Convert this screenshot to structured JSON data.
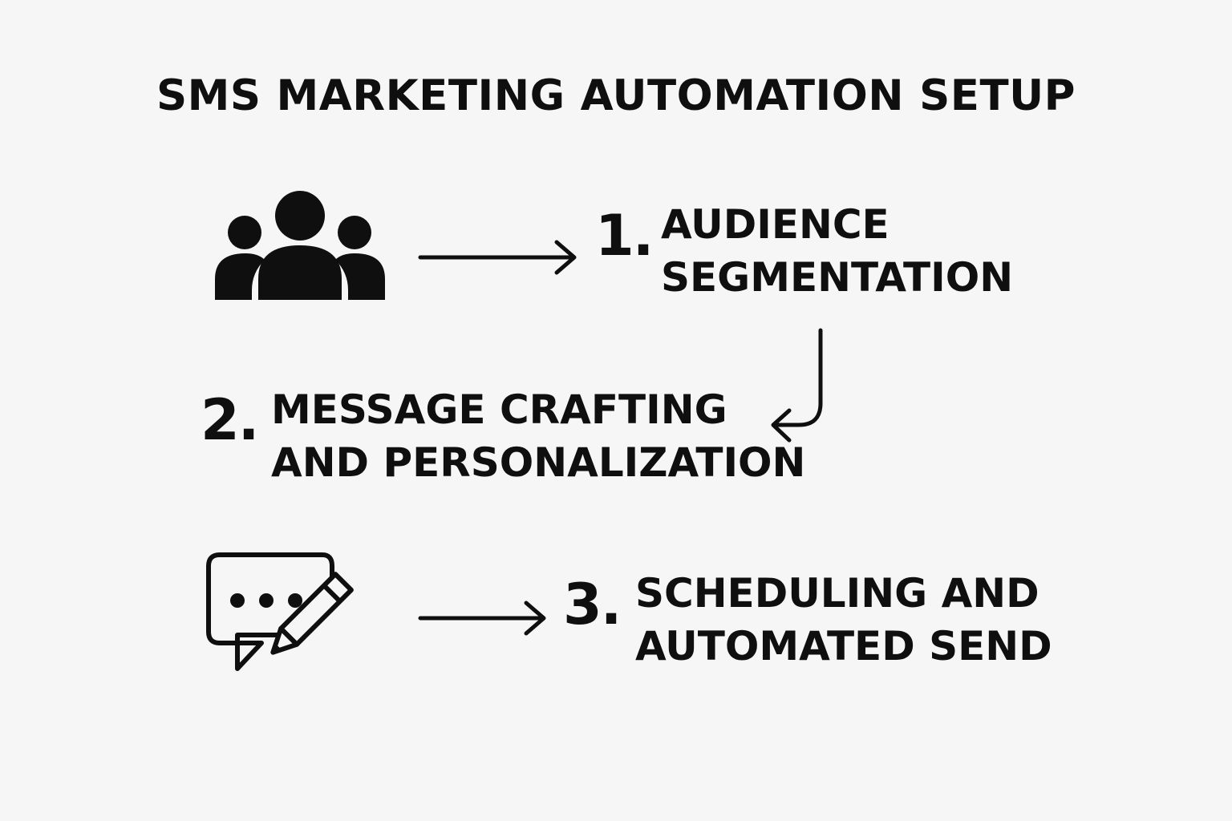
{
  "title": "SMS MARKETING AUTOMATION SETUP",
  "steps": [
    {
      "number": "1.",
      "line1": "AUDIENCE",
      "line2": "SEGMENTATION",
      "icon": "people-group-icon"
    },
    {
      "number": "2.",
      "line1": "MESSAGE CRAFTING",
      "line2": "AND PERSONALIZATION"
    },
    {
      "number": "3.",
      "line1": "SCHEDULING AND",
      "line2": "AUTOMATED SEND",
      "icon": "chat-bubble-pencil-icon"
    }
  ],
  "colors": {
    "background": "#f6f6f6",
    "ink": "#0f0f0f"
  }
}
